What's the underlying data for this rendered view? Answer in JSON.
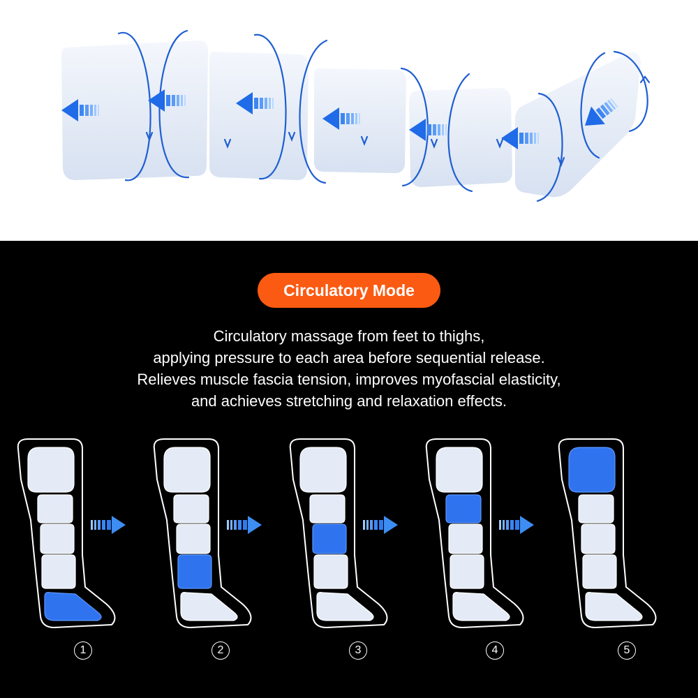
{
  "mode": {
    "label": "Circulatory Mode"
  },
  "description": [
    "Circulatory massage from feet to thighs,",
    "applying pressure to each area before sequential release.",
    "Relieves muscle fascia tension, improves myofascial elasticity,",
    "and achieves stretching and relaxation effects."
  ],
  "stages": [
    {
      "number": "1",
      "active_chamber": "foot"
    },
    {
      "number": "2",
      "active_chamber": "ankle"
    },
    {
      "number": "3",
      "active_chamber": "calf"
    },
    {
      "number": "4",
      "active_chamber": "knee"
    },
    {
      "number": "5",
      "active_chamber": "thigh"
    }
  ],
  "colors": {
    "badge": "#fb5a12",
    "active_chamber": "#2f73ef",
    "inactive_chamber": "#e4ebf7",
    "flow_arrow": "#3d8df2"
  }
}
